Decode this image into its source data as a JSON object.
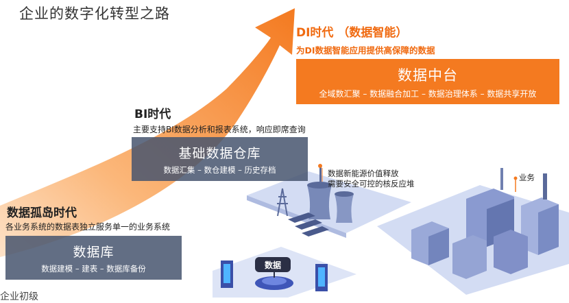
{
  "title": "企业的数字化转型之路",
  "eras": {
    "silo": {
      "title": "数据孤岛时代",
      "desc": "各业务系统的数据表独立服务单一的业务系统",
      "box_name": "数据库",
      "box_sub": "数据建模 – 建表 – 数据库备份"
    },
    "bi": {
      "title": "BI时代",
      "desc": "主要支持BI数据分析和报表系统，响应即席查询",
      "box_name": "基础数据仓库",
      "box_sub": "数据汇集 – 数仓建模 – 历史存档"
    },
    "di": {
      "title": "DI时代 （数据智能）",
      "desc": "为DI数据智能应用提供高保障的数据",
      "box_name": "数据中台",
      "box_sub": "全域数汇聚 – 数据融合加工 – 数据治理体系 – 数据共享开放"
    }
  },
  "illustration": {
    "energy_note_line1": "数据新能源价值释放",
    "energy_note_line2": "需要安全可控的核反应堆",
    "business_label": "业务",
    "data_label": "数据"
  },
  "bottom_text": "企业初级",
  "colors": {
    "accent": "#f47a20",
    "dark_box": "#46556e",
    "platform": "#c9d4ef"
  }
}
